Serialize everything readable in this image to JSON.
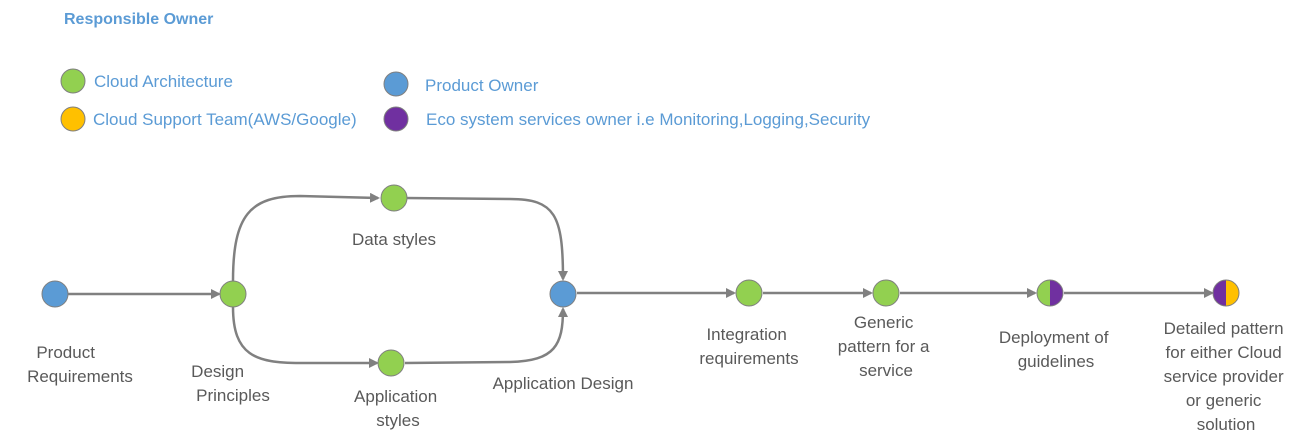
{
  "title": "Responsible Owner",
  "colors": {
    "cloud_architecture": "#92d050",
    "cloud_support": "#ffc000",
    "product_owner": "#5b9bd5",
    "eco_system": "#7030a0",
    "legend_text": "#5b9bd5",
    "label_text": "#595959",
    "edge": "#808080"
  },
  "legend": [
    {
      "label": "Cloud Architecture",
      "color_key": "cloud_architecture"
    },
    {
      "label": "Cloud Support Team(AWS/Google)",
      "color_key": "cloud_support"
    },
    {
      "label": "Product Owner",
      "color_key": "product_owner"
    },
    {
      "label": "Eco system services owner i.e Monitoring,Logging,Security",
      "color_key": "eco_system"
    }
  ],
  "nodes": [
    {
      "id": "product-requirements",
      "lines": [
        "Product",
        "Requirements"
      ],
      "owner": [
        "product_owner"
      ]
    },
    {
      "id": "design-principles",
      "lines": [
        "Design",
        "Principles"
      ],
      "owner": [
        "cloud_architecture"
      ]
    },
    {
      "id": "data-styles",
      "lines": [
        "Data styles"
      ],
      "owner": [
        "cloud_architecture"
      ]
    },
    {
      "id": "application-styles",
      "lines": [
        "Application",
        "styles"
      ],
      "owner": [
        "cloud_architecture"
      ]
    },
    {
      "id": "application-design",
      "lines": [
        "Application Design"
      ],
      "owner": [
        "product_owner"
      ]
    },
    {
      "id": "integration-requirements",
      "lines": [
        "Integration",
        "requirements"
      ],
      "owner": [
        "cloud_architecture"
      ]
    },
    {
      "id": "generic-pattern",
      "lines": [
        "Generic",
        "pattern for a",
        "service"
      ],
      "owner": [
        "cloud_architecture"
      ]
    },
    {
      "id": "deployment-guidelines",
      "lines": [
        "Deployment of",
        "guidelines"
      ],
      "owner": [
        "cloud_architecture",
        "eco_system"
      ]
    },
    {
      "id": "detailed-pattern",
      "lines": [
        "Detailed pattern",
        "for either Cloud",
        "service provider",
        "or generic",
        "solution"
      ],
      "owner": [
        "eco_system",
        "cloud_support"
      ]
    }
  ],
  "edges": [
    {
      "from": "product-requirements",
      "to": "design-principles"
    },
    {
      "from": "design-principles",
      "to": "data-styles"
    },
    {
      "from": "design-principles",
      "to": "application-styles"
    },
    {
      "from": "data-styles",
      "to": "application-design"
    },
    {
      "from": "application-styles",
      "to": "application-design"
    },
    {
      "from": "application-design",
      "to": "integration-requirements"
    },
    {
      "from": "integration-requirements",
      "to": "generic-pattern"
    },
    {
      "from": "generic-pattern",
      "to": "deployment-guidelines"
    },
    {
      "from": "deployment-guidelines",
      "to": "detailed-pattern"
    }
  ]
}
